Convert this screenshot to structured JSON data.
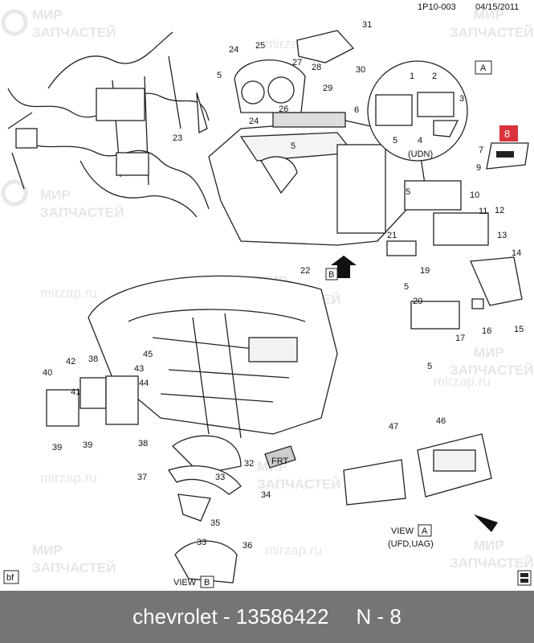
{
  "header": {
    "doc_ref": "1P10-003",
    "date": "04/15/2011"
  },
  "watermark": {
    "line1": "МИР",
    "line2": "ЗАПЧАСТЕЙ",
    "site": "mirzap.ru"
  },
  "callouts": [
    "1",
    "2",
    "3",
    "4",
    "5",
    "6",
    "7",
    "8",
    "9",
    "10",
    "11",
    "12",
    "13",
    "14",
    "15",
    "16",
    "17",
    "19",
    "20",
    "21",
    "22",
    "23",
    "24",
    "25",
    "26",
    "27",
    "28",
    "29",
    "30",
    "31",
    "32",
    "33",
    "34",
    "35",
    "36",
    "37",
    "38",
    "39",
    "40",
    "41",
    "42",
    "43",
    "44",
    "45",
    "46",
    "47"
  ],
  "highlight": {
    "label": "8",
    "color": "#d9323c"
  },
  "views": {
    "view_a_badge": "A",
    "view_a_udn": "(UDN)",
    "view_a_heading": "VIEW",
    "view_a_sub": "(UFD,UAG)",
    "view_b_heading": "VIEW",
    "view_b_badge": "B",
    "arrow_b_label": "B",
    "frt_label": "FRT"
  },
  "corner": {
    "bf": "bf"
  },
  "footer": {
    "brand": "chevrolet - 13586422",
    "page": "N - 8"
  }
}
